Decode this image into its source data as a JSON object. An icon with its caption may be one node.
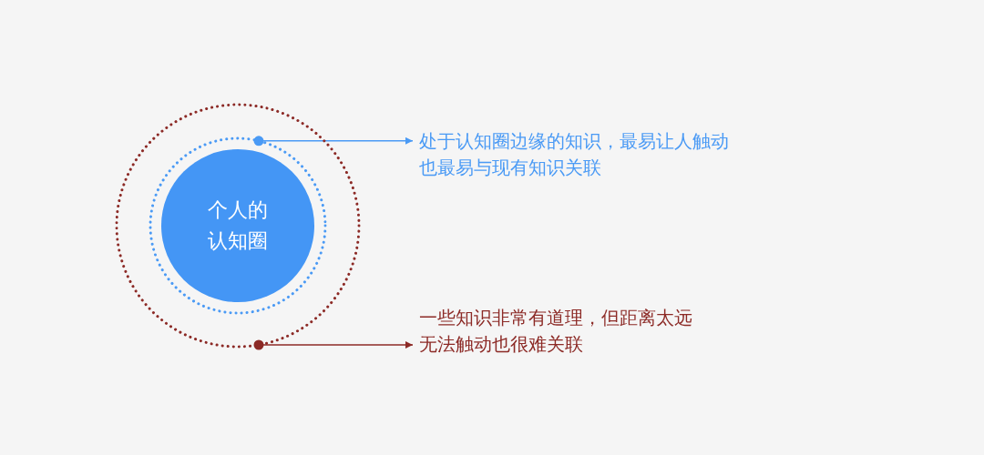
{
  "diagram": {
    "nodes": [
      {
        "text": [],
        "shape": "circle"
      },
      {
        "text": [],
        "shape": "circle",
        "in": 0
      },
      {
        "text": [
          "个人的认知圈"
        ],
        "in": 1
      },
      {
        "text": [
          "处于认知圈边缘的知识，最易让人触动也最易与现有知识关联"
        ]
      },
      {
        "text": [
          "一些知识非常有道理，但距离太远无法触动也很难关联"
        ]
      }
    ],
    "edges": [
      {
        "from": 1,
        "to": 3,
        "arrow": "to",
        "color": "#4a9af5"
      },
      {
        "from": 0,
        "to": 4,
        "arrow": "to",
        "color": "#8c2a26"
      }
    ]
  }
}
